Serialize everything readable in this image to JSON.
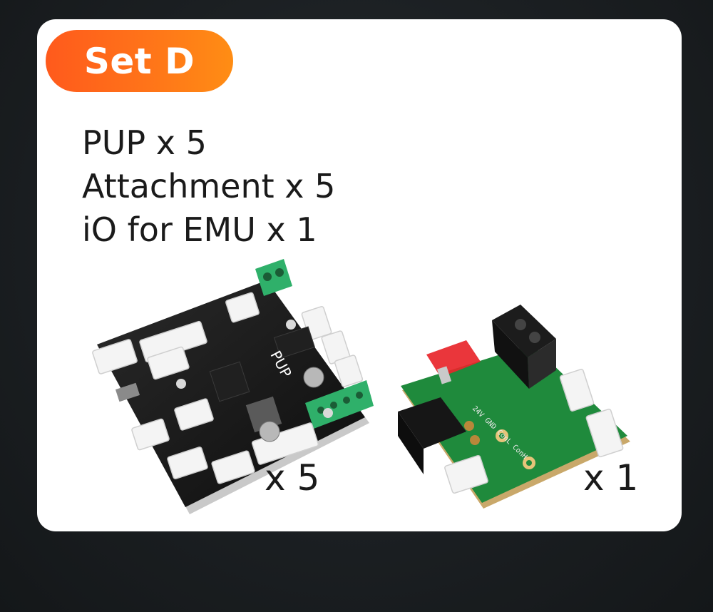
{
  "badge": {
    "label": "Set D",
    "color": "#ff6a1a"
  },
  "contents": [
    {
      "text": "PUP x 5"
    },
    {
      "text": "Attachment x 5"
    },
    {
      "text": "iO for EMU x 1"
    }
  ],
  "products": {
    "pup": {
      "quantity_label": "x 5",
      "board_marking": "PUP",
      "icon": "pup-board-photo"
    },
    "io": {
      "quantity_label": "x 1",
      "board_marking": "24V GND ConL ConH",
      "icon": "io-board-photo"
    }
  },
  "colors": {
    "background": "#1d2124",
    "card": "#ffffff",
    "text": "#1a1a1a",
    "pcb_black": "#151515",
    "pcb_green": "#1f8a3c",
    "terminal_green": "#2fb06a",
    "fuse_red": "#e8252a"
  }
}
